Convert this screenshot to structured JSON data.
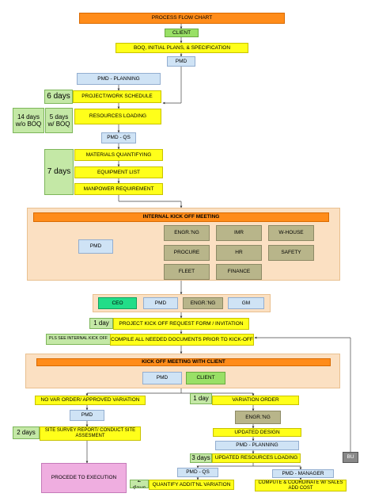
{
  "title": "PROCESS FLOW CHART",
  "nodes": {
    "client": "CLIENT",
    "boq": "BOQ, INITIAL PLANS, & SPECIFICATION",
    "pmd": "PMD",
    "pmd_planning": "PMD - PLANNING",
    "six_days": "6 days",
    "project_schedule": "PROJECT/WORK SCHEDULE",
    "fourteen_days": "14 days w/o BOQ",
    "five_days": "5 days w/ BOQ",
    "resources_loading": "RESOURCES LOADING",
    "pmd_qs": "PMD - QS",
    "seven_days": "7 days",
    "materials_quantifying": "MATERIALS QUANTIFYING",
    "equipment_list": "EQUIPMENT LIST",
    "manpower_requirement": "MANPOWER REQUIREMENT",
    "internal_kickoff": "INTERNAL KICK OFF MEETING",
    "int_pmd": "PMD",
    "engrng": "ENGR.'NG",
    "imr": "IMR",
    "whouse": "W-HOUSE",
    "procure": "PROCURE",
    "hr": "HR",
    "safety": "SAFETY",
    "fleet": "FLEET",
    "finance": "FINANCE",
    "ceo": "CEO",
    "row_pmd": "PMD",
    "row_engrng": "ENGR.'NG",
    "gm": "GM",
    "one_day_a": "1 day",
    "project_kickoff_request": "PROJECT KICK OFF REQUEST FORM / INVITATION",
    "pls_see": "PLS SEE INTERNAL KICK OFF",
    "compile_docs": "COMPILE ALL NEEDED DOCUMENTS PRIOR TO KICK-OFF",
    "kickoff_client": "KICK OFF MEETING WITH CLIENT",
    "kc_pmd": "PMD",
    "kc_client": "CLIENT",
    "no_var_order": "NO VAR ORDER/ APPROVED VARIATION",
    "one_day_b": "1 day",
    "variation_order": "VARIATION ORDER",
    "left_pmd": "PMD",
    "two_days_a": "2 days",
    "site_survey": "SITE SURVEY REPORT/ CONDUCT SITE ASSESMENT",
    "vo_engrng": "ENGR.'NG",
    "updated_design": "UPDATED DESIGN",
    "vo_pmd_planning": "PMD - PLANNING",
    "three_days": "3 days",
    "updated_resources": "UPDATED RESOURCES LOADING",
    "proceed_execution": "PROCEDE TO EXECUTION",
    "bottom_pmd_qs": "PMD - QS",
    "two_days_b": "2 days",
    "quantify_additional": "QUANTIFY ADDIT'NL VARIATION",
    "pmd_manager": "PMD - MANAGER",
    "compute_coordinate": "COMPUTE & COORDINATE W/ SALES ADD COST",
    "bu": "BU"
  }
}
